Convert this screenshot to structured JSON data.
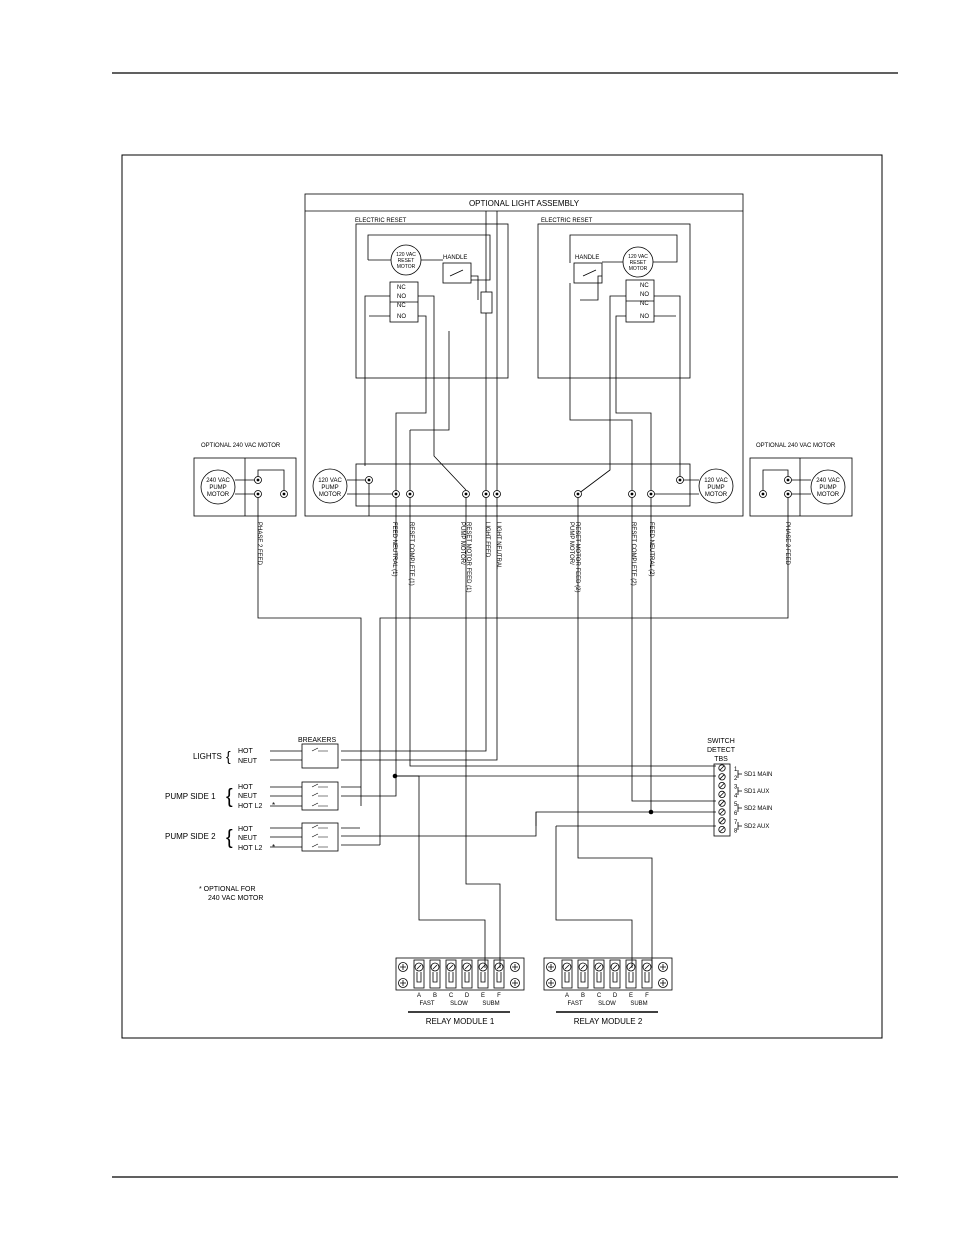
{
  "assembly": {
    "title": "OPTIONAL LIGHT ASSEMBLY"
  },
  "reset_left": {
    "title": "ELECTRIC RESET",
    "motor": [
      "120 VAC",
      "RESET",
      "MOTOR"
    ],
    "handle": "HANDLE",
    "contacts": [
      "NC",
      "NO",
      "NC",
      "NO"
    ]
  },
  "reset_right": {
    "title": "ELECTRIC RESET",
    "motor": [
      "120 VAC",
      "RESET",
      "MOTOR"
    ],
    "handle": "HANDLE",
    "contacts": [
      "NC",
      "NO",
      "NC",
      "NO"
    ]
  },
  "motors": {
    "optional_label": "OPTIONAL 240 VAC MOTOR",
    "pump_240": [
      "240 VAC",
      "PUMP",
      "MOTOR"
    ],
    "pump_120": [
      "120 VAC",
      "PUMP",
      "MOTOR"
    ]
  },
  "wires": {
    "phase2_left": "PHASE 2 FEED",
    "phase2_right": "PHASE 2 FEED",
    "feed_neutral_1": "FEED NEUTRAL (1)",
    "reset_complete_1": "RESET COMPLETE (1)",
    "pump_feed_1_a": "PUMP MOTOR/",
    "pump_feed_1_b": "RESET MOTOR FEED (1)",
    "light_feed": "LIGHT FEED",
    "light_neutral": "LIGHT NEUTRAL",
    "pump_feed_2_a": "PUMP MOTOR/",
    "pump_feed_2_b": "RESET MOTOR FEED (2)",
    "reset_complete_2": "RESET COMPLETE (2)",
    "feed_neutral_2": "FEED NEUTRAL (2)"
  },
  "breakers": {
    "title": "BREAKERS",
    "lights": "LIGHTS",
    "pump_side_1": "PUMP SIDE 1",
    "pump_side_2": "PUMP SIDE 2",
    "hot": "HOT",
    "neut": "NEUT",
    "hot_l2": "HOT L2"
  },
  "switch_detect": {
    "title": [
      "SWITCH",
      "DETECT",
      "TBS"
    ],
    "terminals": [
      "1",
      "2",
      "3",
      "4",
      "5",
      "6",
      "7",
      "8"
    ],
    "labels": [
      "SD1 MAIN",
      "SD1 AUX",
      "SD2 MAIN",
      "SD2 AUX"
    ]
  },
  "note": [
    "* OPTIONAL FOR",
    "240 VAC MOTOR"
  ],
  "relay_modules": [
    {
      "title": "RELAY MODULE 1",
      "letters": [
        "A",
        "B",
        "C",
        "D",
        "E",
        "F"
      ],
      "groups": [
        "FAST",
        "SLOW",
        "SUBM"
      ]
    },
    {
      "title": "RELAY MODULE 2",
      "letters": [
        "A",
        "B",
        "C",
        "D",
        "E",
        "F"
      ],
      "groups": [
        "FAST",
        "SLOW",
        "SUBM"
      ]
    }
  ]
}
